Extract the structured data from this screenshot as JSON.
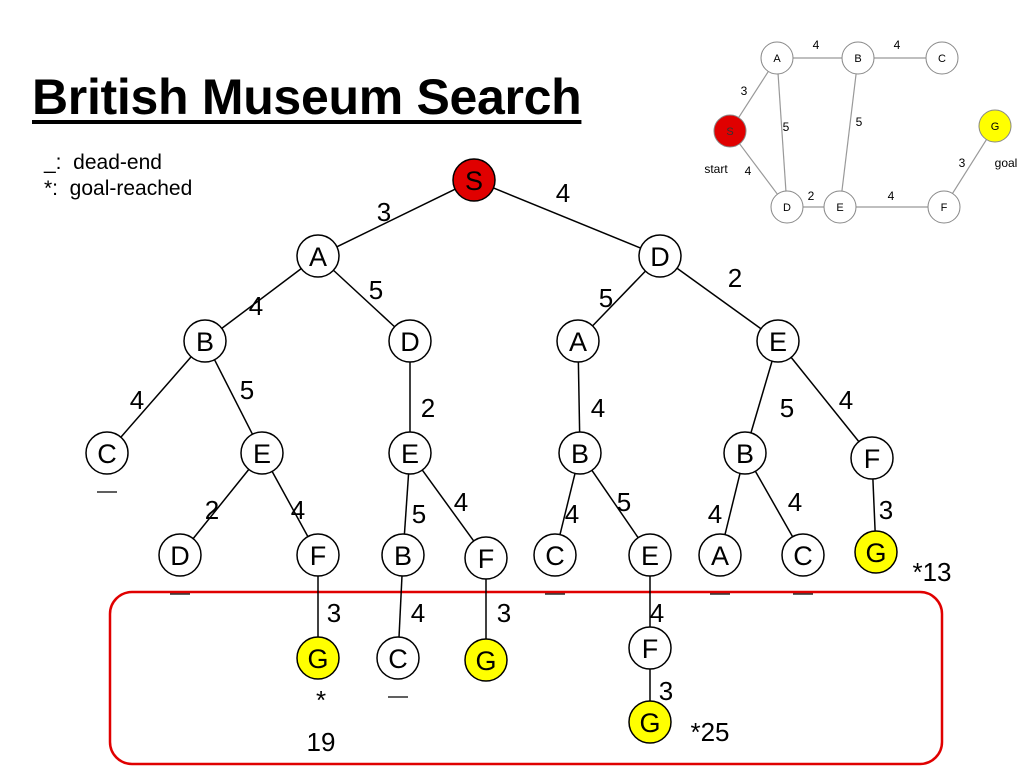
{
  "title": "British Museum Search",
  "legend": {
    "dead_end": "_:  dead-end",
    "goal_reached": "*:  goal-reached"
  },
  "colors": {
    "start": "#e00000",
    "goal": "#ffff00",
    "highlight_box": "#e00000",
    "node": "#ffffff"
  },
  "tree": {
    "nodes": [
      {
        "id": "n0",
        "label": "S",
        "fill": "start"
      },
      {
        "id": "n1",
        "label": "A"
      },
      {
        "id": "n2",
        "label": "D"
      },
      {
        "id": "n3",
        "label": "B"
      },
      {
        "id": "n4",
        "label": "D"
      },
      {
        "id": "n5",
        "label": "A"
      },
      {
        "id": "n6",
        "label": "E"
      },
      {
        "id": "n7",
        "label": "C",
        "dead_end": true
      },
      {
        "id": "n8",
        "label": "E"
      },
      {
        "id": "n9",
        "label": "E"
      },
      {
        "id": "n10",
        "label": "B"
      },
      {
        "id": "n11",
        "label": "B"
      },
      {
        "id": "n12",
        "label": "F"
      },
      {
        "id": "n13",
        "label": "D",
        "dead_end": true
      },
      {
        "id": "n14",
        "label": "F"
      },
      {
        "id": "n15",
        "label": "B"
      },
      {
        "id": "n16",
        "label": "F"
      },
      {
        "id": "n17",
        "label": "C",
        "dead_end": true
      },
      {
        "id": "n18",
        "label": "E"
      },
      {
        "id": "n19",
        "label": "A",
        "dead_end": true
      },
      {
        "id": "n20",
        "label": "C",
        "dead_end": true
      },
      {
        "id": "n21",
        "label": "G",
        "fill": "goal"
      },
      {
        "id": "n22",
        "label": "G",
        "fill": "goal"
      },
      {
        "id": "n23",
        "label": "C",
        "dead_end": true
      },
      {
        "id": "n24",
        "label": "G",
        "fill": "goal"
      },
      {
        "id": "n25",
        "label": "F"
      },
      {
        "id": "n26",
        "label": "G",
        "fill": "goal"
      }
    ],
    "edges": [
      {
        "from": "n0",
        "to": "n1",
        "w": "3"
      },
      {
        "from": "n0",
        "to": "n2",
        "w": "4"
      },
      {
        "from": "n1",
        "to": "n3",
        "w": "4"
      },
      {
        "from": "n1",
        "to": "n4",
        "w": "5"
      },
      {
        "from": "n2",
        "to": "n5",
        "w": "5"
      },
      {
        "from": "n2",
        "to": "n6",
        "w": "2"
      },
      {
        "from": "n3",
        "to": "n7",
        "w": "4"
      },
      {
        "from": "n3",
        "to": "n8",
        "w": "5"
      },
      {
        "from": "n4",
        "to": "n9",
        "w": "2"
      },
      {
        "from": "n5",
        "to": "n10",
        "w": "4"
      },
      {
        "from": "n6",
        "to": "n11",
        "w": "5"
      },
      {
        "from": "n6",
        "to": "n12",
        "w": "4"
      },
      {
        "from": "n8",
        "to": "n13",
        "w": "2"
      },
      {
        "from": "n8",
        "to": "n14",
        "w": "4"
      },
      {
        "from": "n9",
        "to": "n15",
        "w": "5"
      },
      {
        "from": "n9",
        "to": "n16",
        "w": "4"
      },
      {
        "from": "n10",
        "to": "n17",
        "w": "4"
      },
      {
        "from": "n10",
        "to": "n18",
        "w": "5"
      },
      {
        "from": "n11",
        "to": "n19",
        "w": "4"
      },
      {
        "from": "n11",
        "to": "n20",
        "w": "4"
      },
      {
        "from": "n12",
        "to": "n21",
        "w": "3"
      },
      {
        "from": "n14",
        "to": "n22",
        "w": "3"
      },
      {
        "from": "n15",
        "to": "n23",
        "w": "4"
      },
      {
        "from": "n16",
        "to": "n24",
        "w": "3"
      },
      {
        "from": "n18",
        "to": "n25",
        "w": "4"
      },
      {
        "from": "n25",
        "to": "n26",
        "w": "3"
      }
    ],
    "annotations": [
      {
        "node": "n21",
        "text": "*13"
      },
      {
        "node": "n22",
        "text": "*"
      },
      {
        "node": "n22",
        "text": "19"
      },
      {
        "node": "n26",
        "text": "*25"
      }
    ]
  },
  "graph": {
    "nodes": [
      {
        "id": "gS",
        "label": "S",
        "fill": "start"
      },
      {
        "id": "gA",
        "label": "A"
      },
      {
        "id": "gB",
        "label": "B"
      },
      {
        "id": "gC",
        "label": "C"
      },
      {
        "id": "gD",
        "label": "D"
      },
      {
        "id": "gE",
        "label": "E"
      },
      {
        "id": "gF",
        "label": "F"
      },
      {
        "id": "gG",
        "label": "G",
        "fill": "goal"
      }
    ],
    "edges": [
      {
        "from": "gS",
        "to": "gA",
        "w": "3"
      },
      {
        "from": "gA",
        "to": "gB",
        "w": "4"
      },
      {
        "from": "gB",
        "to": "gC",
        "w": "4"
      },
      {
        "from": "gS",
        "to": "gD",
        "w": "4"
      },
      {
        "from": "gA",
        "to": "gD",
        "w": "5"
      },
      {
        "from": "gB",
        "to": "gE",
        "w": "5"
      },
      {
        "from": "gD",
        "to": "gE",
        "w": "2"
      },
      {
        "from": "gE",
        "to": "gF",
        "w": "4"
      },
      {
        "from": "gF",
        "to": "gG",
        "w": "3"
      }
    ],
    "start_label": "start",
    "goal_label": "goal"
  }
}
